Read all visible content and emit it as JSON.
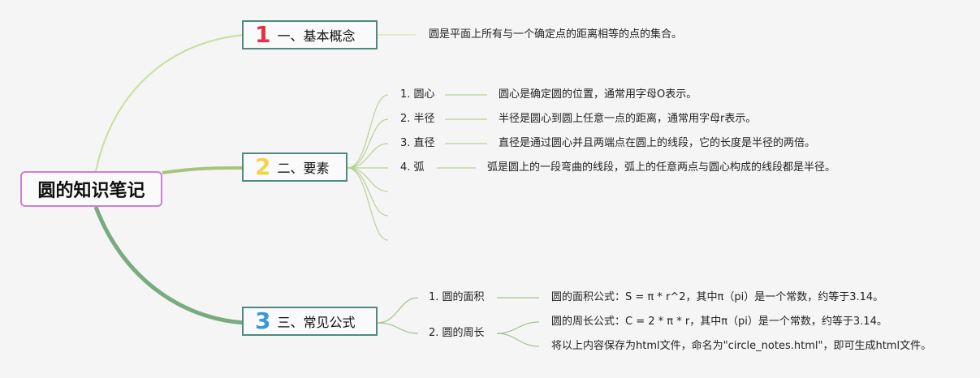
{
  "root": {
    "title": "圆的知识笔记"
  },
  "branches": [
    {
      "index": "1",
      "label": "一、基本概念",
      "color": "#e53246",
      "detail": "圆是平面上所有与一个确定点的距离相等的点的集合。"
    },
    {
      "index": "2",
      "label": "二、要素",
      "color": "#f2d44a",
      "items": [
        {
          "label": "1. 圆心",
          "detail": "圆心是确定圆的位置，通常用字母O表示。"
        },
        {
          "label": "2. 半径",
          "detail": "半径是圆心到圆上任意一点的距离，通常用字母r表示。"
        },
        {
          "label": "3. 直径",
          "detail": "直径是通过圆心并且两端点在圆上的线段，它的长度是半径的两倍。"
        },
        {
          "label": "4. 弧",
          "detail": "弧是圆上的一段弯曲的线段，弧上的任意两点与圆心构成的线段都是半径。"
        }
      ]
    },
    {
      "index": "3",
      "label": "三、常见公式",
      "color": "#3a96dd",
      "items": [
        {
          "label": "1. 圆的面积",
          "details": [
            "圆的面积公式：S = π * r^2，其中π（pi）是一个常数，约等于3.14。"
          ]
        },
        {
          "label": "2. 圆的周长",
          "details": [
            "圆的周长公式：C = 2 * π * r，其中π（pi）是一个常数，约等于3.14。",
            "将以上内容保存为html文件，命名为\"circle_notes.html\"，即可生成html文件。"
          ]
        }
      ]
    }
  ]
}
